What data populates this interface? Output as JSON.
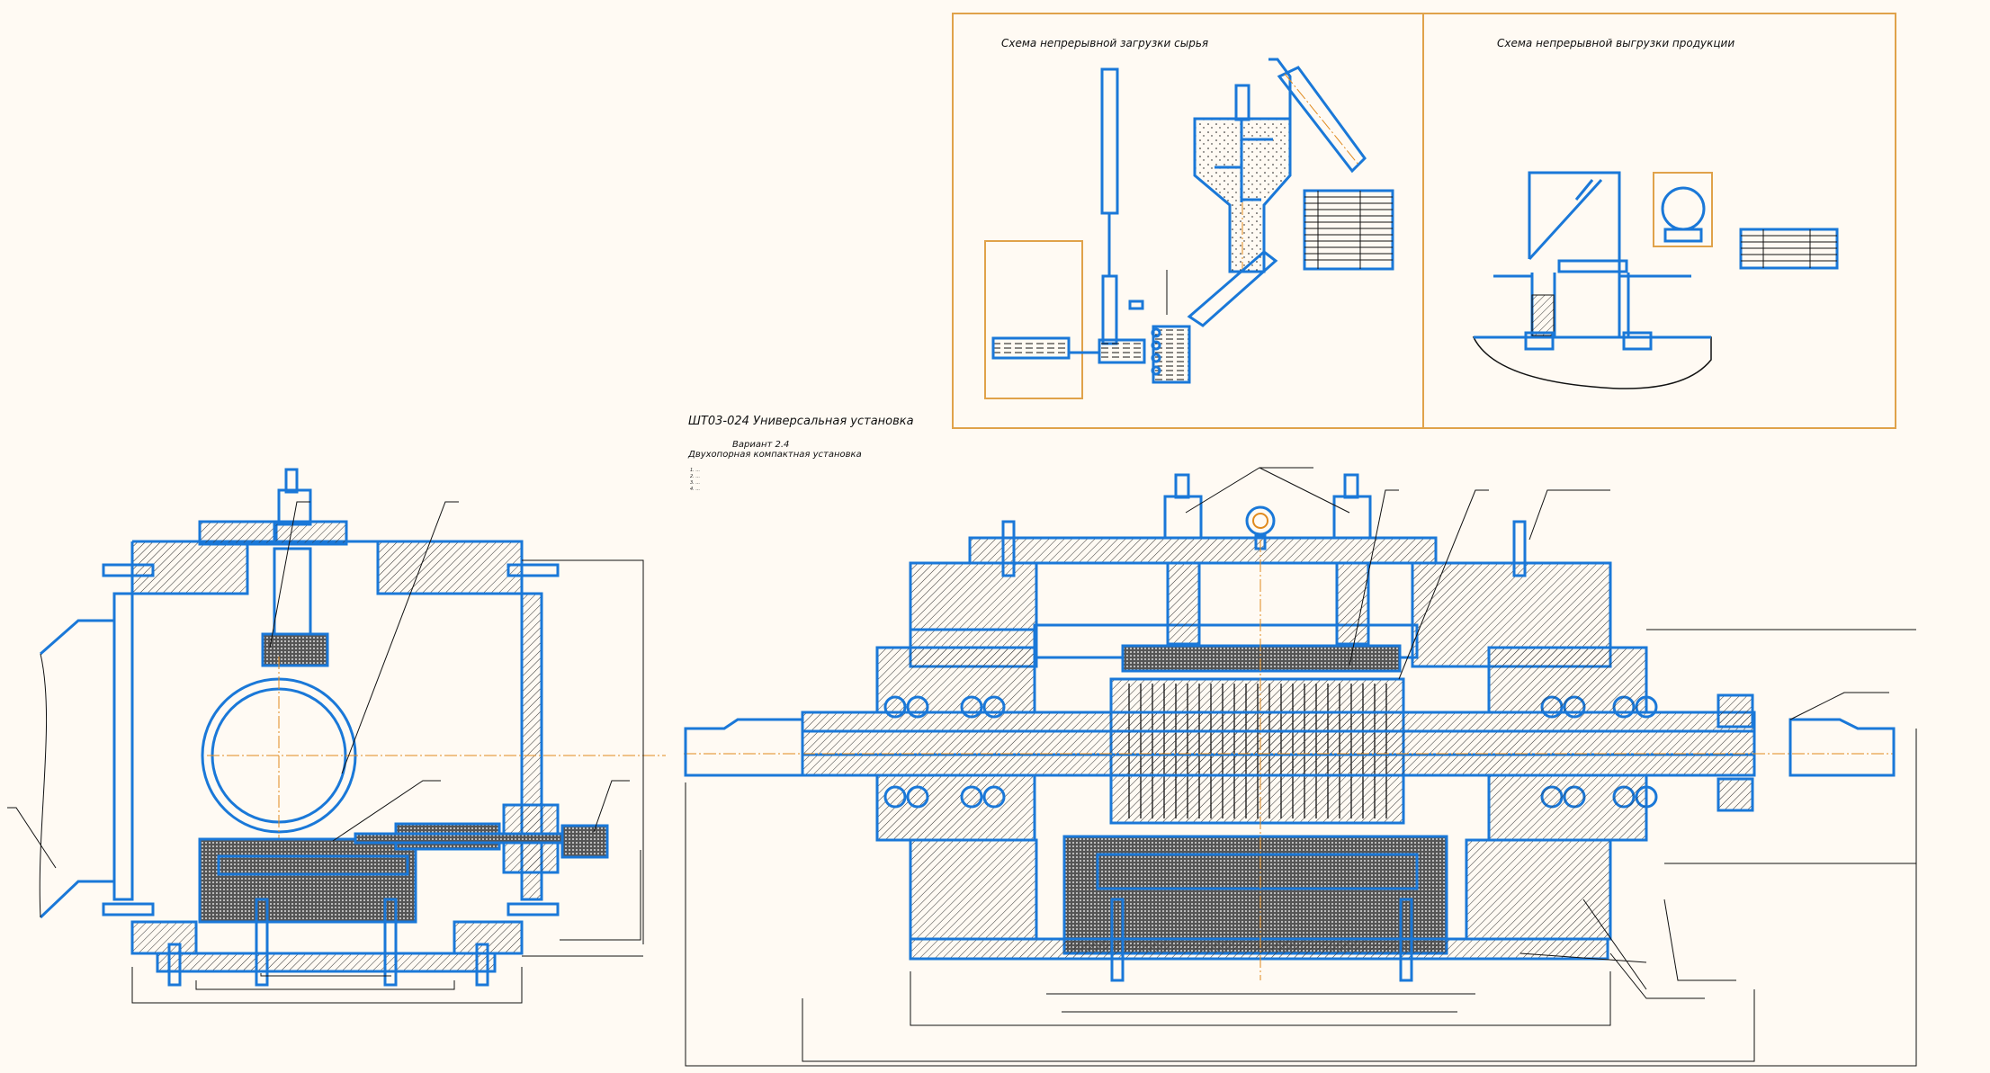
{
  "drawing": {
    "title": "ШТ03-024 Универсальная установка",
    "variant": "Вариант 2.4",
    "subtitle": "Двухопорная компактная установка",
    "notes": [
      "1. ...",
      "2. ...",
      "3. ...",
      "4. ..."
    ]
  },
  "schemes": {
    "loading_title": "Схема непрерывной загрузки сырья",
    "unloading_title": "Схема непрерывной выгрузки продукции"
  },
  "colors": {
    "background": "#fffaf3",
    "contour": "#1a78d8",
    "axis": "#e08a1e",
    "frame": "#e0a24a"
  }
}
